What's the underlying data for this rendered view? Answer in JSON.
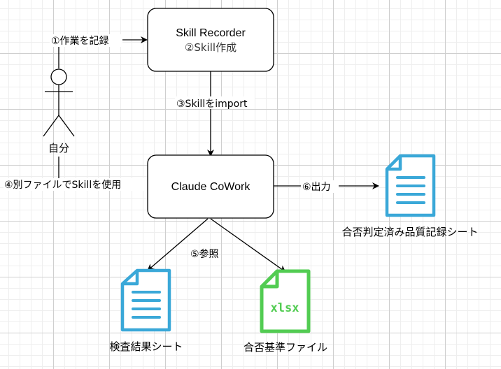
{
  "actor": {
    "label": "自分"
  },
  "nodes": {
    "recorder": {
      "title": "Skill Recorder",
      "subtitle": "②Skill作成"
    },
    "cowork": {
      "title": "Claude CoWork"
    },
    "output_doc": {
      "label": "合否判定済み品質記録シート"
    },
    "inspection_doc": {
      "label": "検査結果シート"
    },
    "criteria_file": {
      "label": "合否基準ファイル",
      "badge": "xlsx"
    }
  },
  "edges": {
    "record": "①作業を記録",
    "import": "③Skillをimport",
    "use": "④別ファイルでSkillを使用",
    "reference": "⑤参照",
    "output": "⑥出力"
  },
  "colors": {
    "document_blue": "#3aa8d8",
    "file_green": "#52cc52",
    "stroke": "#000000"
  }
}
